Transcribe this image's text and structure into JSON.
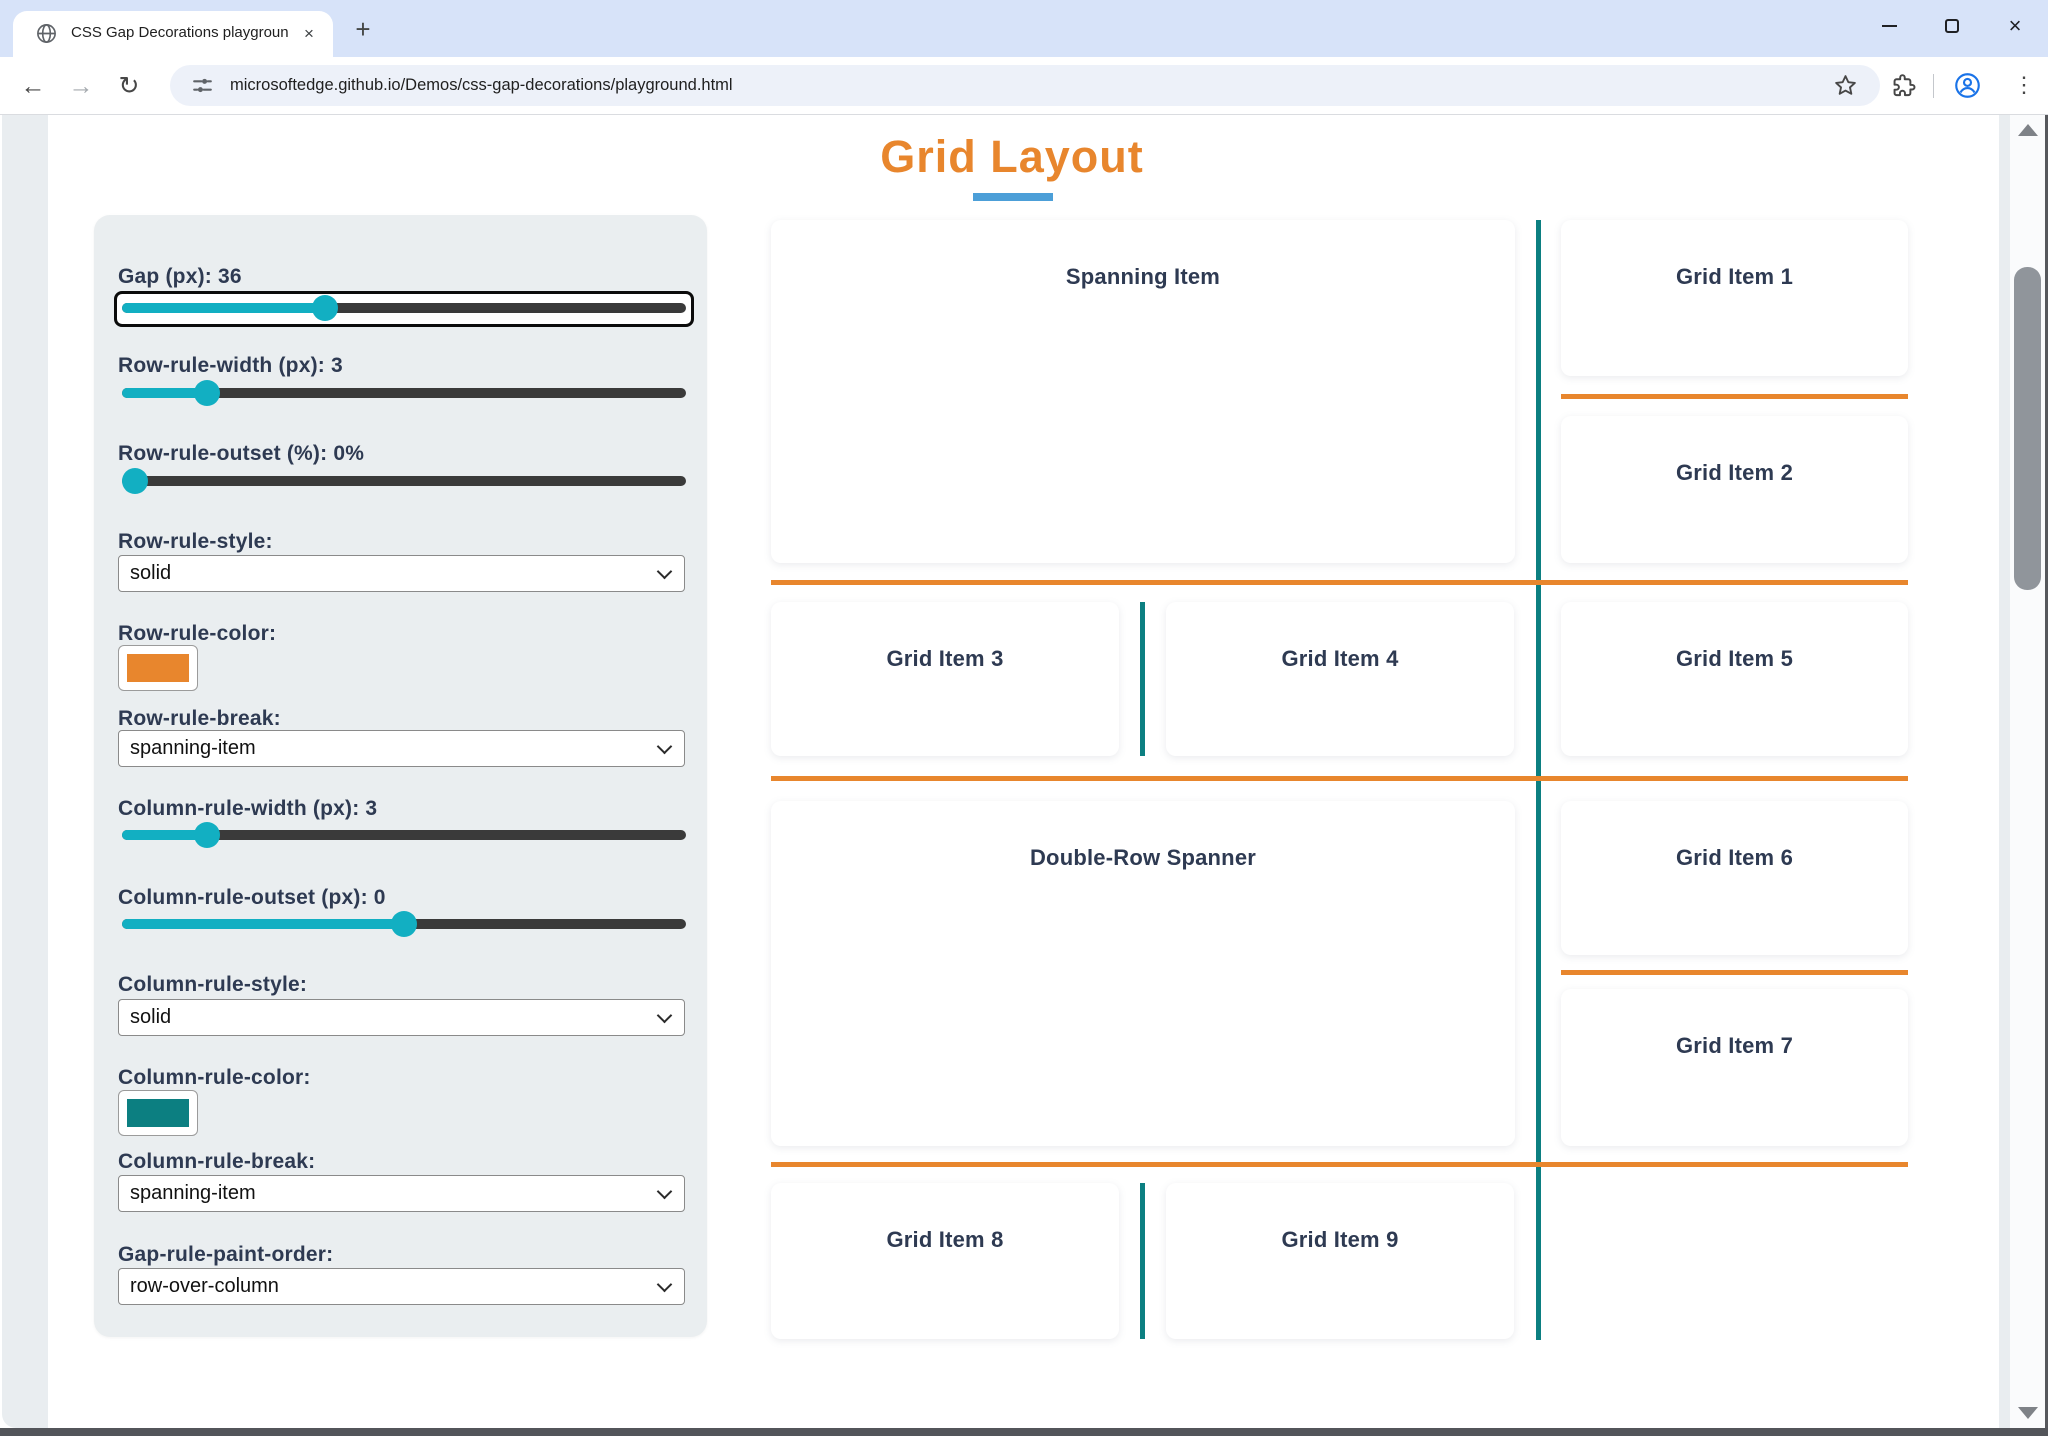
{
  "browser": {
    "tab": {
      "title": "CSS Gap Decorations playgroun"
    },
    "address_bar": {
      "url": "microsoftedge.github.io/Demos/css-gap-decorations/playground.html"
    },
    "icons": {
      "back": "←",
      "forward": "→",
      "reload": "↻",
      "tab_close": "×",
      "new_tab": "+",
      "window_close": "×",
      "menu_kebab": "⋮"
    }
  },
  "page": {
    "title": "Grid Layout",
    "colors": {
      "accent_orange": "#E8862D",
      "underline_blue": "#4C9FD8",
      "teal_rule": "#0C7F81",
      "slider_teal": "#12AFC2",
      "label_navy": "#2E3A52",
      "sidebar_bg": "#EAEEF0"
    }
  },
  "controls": {
    "gap": {
      "label": "Gap (px): 36",
      "value": 36
    },
    "row_rule_width": {
      "label": "Row-rule-width (px): 3",
      "value": 3
    },
    "row_rule_outset": {
      "label": "Row-rule-outset (%): 0%",
      "value": 0
    },
    "row_rule_style": {
      "label": "Row-rule-style:",
      "value": "solid"
    },
    "row_rule_color": {
      "label": "Row-rule-color:",
      "value": "#E8862D"
    },
    "row_rule_break": {
      "label": "Row-rule-break:",
      "value": "spanning-item"
    },
    "column_rule_width": {
      "label": "Column-rule-width (px): 3",
      "value": 3
    },
    "column_rule_outset": {
      "label": "Column-rule-outset (px): 0",
      "value": 0
    },
    "column_rule_style": {
      "label": "Column-rule-style:",
      "value": "solid"
    },
    "column_rule_color": {
      "label": "Column-rule-color:",
      "value": "#0C7F81"
    },
    "column_rule_break": {
      "label": "Column-rule-break:",
      "value": "spanning-item"
    },
    "gap_rule_paint_order": {
      "label": "Gap-rule-paint-order:",
      "value": "row-over-column"
    }
  },
  "grid": {
    "items": [
      {
        "label": "Spanning Item"
      },
      {
        "label": "Grid Item 1"
      },
      {
        "label": "Grid Item 2"
      },
      {
        "label": "Grid Item 3"
      },
      {
        "label": "Grid Item 4"
      },
      {
        "label": "Grid Item 5"
      },
      {
        "label": "Double-Row Spanner"
      },
      {
        "label": "Grid Item 6"
      },
      {
        "label": "Grid Item 7"
      },
      {
        "label": "Grid Item 8"
      },
      {
        "label": "Grid Item 9"
      }
    ]
  }
}
